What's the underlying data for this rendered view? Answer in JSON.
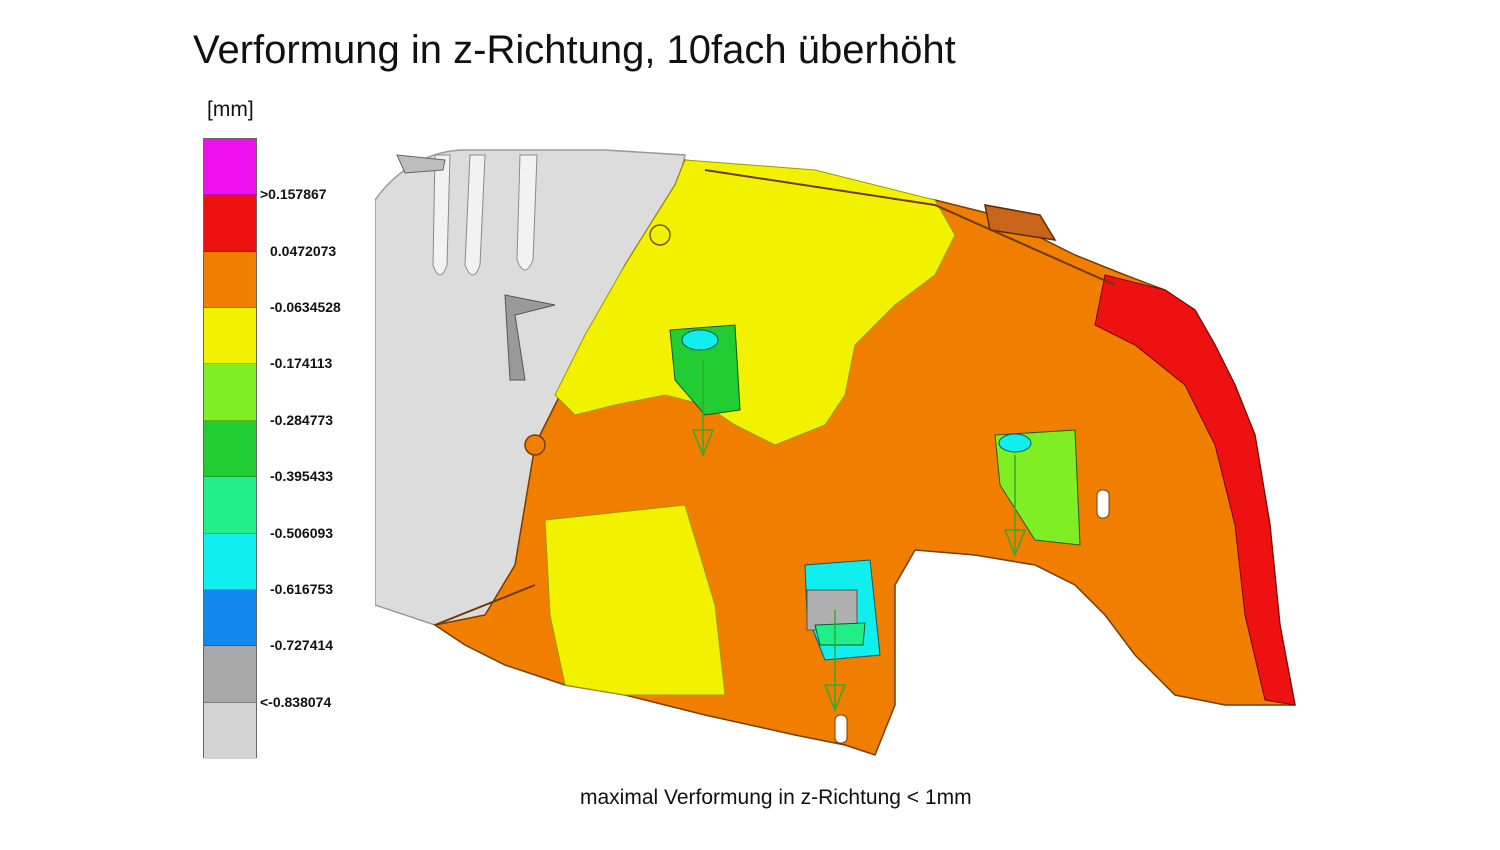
{
  "title": "Verformung in z-Richtung, 10fach überhöht",
  "unit": "[mm]",
  "legend": {
    "colors": [
      "#ee11ee",
      "#ee1111",
      "#f07f00",
      "#f2f200",
      "#7fee22",
      "#22cc33",
      "#22ee88",
      "#11eeee",
      "#1188ee",
      "#a8a8a8",
      "#d4d4d4"
    ],
    "labels": [
      ">0.157867",
      "0.0472073",
      "-0.0634528",
      "-0.174113",
      "-0.284773",
      "-0.395433",
      "-0.506093",
      "-0.616753",
      "-0.727414",
      "<-0.838074"
    ]
  },
  "caption": "maximal Verformung in z-Richtung < 1mm"
}
